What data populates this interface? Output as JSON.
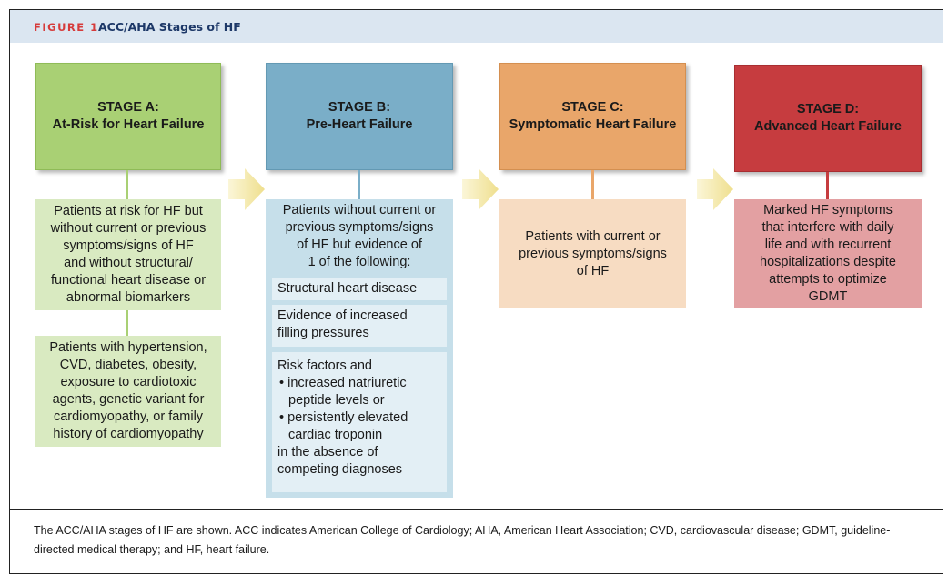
{
  "figure": {
    "number": "FIGURE 1",
    "title": "ACC/AHA Stages of HF"
  },
  "colors": {
    "stage_a": "#a9d074",
    "stage_a_light": "#d9eac1",
    "stage_b": "#7aaec8",
    "stage_b_light": "#c6dfea",
    "stage_c": "#e9a66a",
    "stage_c_light": "#f7dcc2",
    "stage_d": "#c63c3f",
    "stage_d_light": "#e3a0a2",
    "arrow": "#f3e6a6"
  },
  "stages": [
    {
      "heading": "STAGE A:",
      "subheading": "At-Risk for Heart Failure",
      "boxes": [
        {
          "lines": [
            "Patients at risk for HF but",
            "without current or previous",
            "symptoms/signs of HF",
            "and without structural/",
            "functional heart disease or",
            "abnormal biomarkers"
          ]
        },
        {
          "lines": [
            "Patients with hypertension,",
            "CVD, diabetes, obesity,",
            "exposure to cardiotoxic",
            "agents, genetic variant for",
            "cardiomyopathy, or family",
            "history of cardiomyopathy"
          ]
        }
      ]
    },
    {
      "heading": "STAGE B:",
      "subheading": "Pre-Heart Failure",
      "intro": [
        "Patients without current or",
        "previous symptoms/signs",
        "of HF but evidence of",
        "1 of the following:"
      ],
      "items": [
        {
          "lines": [
            "Structural heart disease"
          ]
        },
        {
          "lines": [
            "Evidence of increased",
            "filling pressures"
          ]
        },
        {
          "lead": "Risk factors and",
          "bullets": [
            {
              "first": "• increased natriuretic",
              "rest": "peptide levels or"
            },
            {
              "first": "• persistently elevated",
              "rest": "cardiac troponin"
            }
          ],
          "tail": [
            "in the absence of",
            "competing diagnoses"
          ]
        }
      ]
    },
    {
      "heading": "STAGE C:",
      "subheading": "Symptomatic Heart Failure",
      "boxes": [
        {
          "lines": [
            "Patients with current or",
            "previous symptoms/signs",
            "of HF"
          ]
        }
      ]
    },
    {
      "heading": "STAGE D:",
      "subheading": "Advanced Heart Failure",
      "boxes": [
        {
          "lines": [
            "Marked HF symptoms",
            "that interfere with daily",
            "life and with recurrent",
            "hospitalizations despite",
            "attempts to optimize",
            "GDMT"
          ]
        }
      ]
    }
  ],
  "caption": {
    "line1": "The ACC/AHA stages of HF are shown. ACC indicates American College of Cardiology; AHA, American Heart Association; CVD, cardiovascular disease; GDMT, guideline-",
    "line2": "directed medical therapy; and HF, heart failure."
  }
}
